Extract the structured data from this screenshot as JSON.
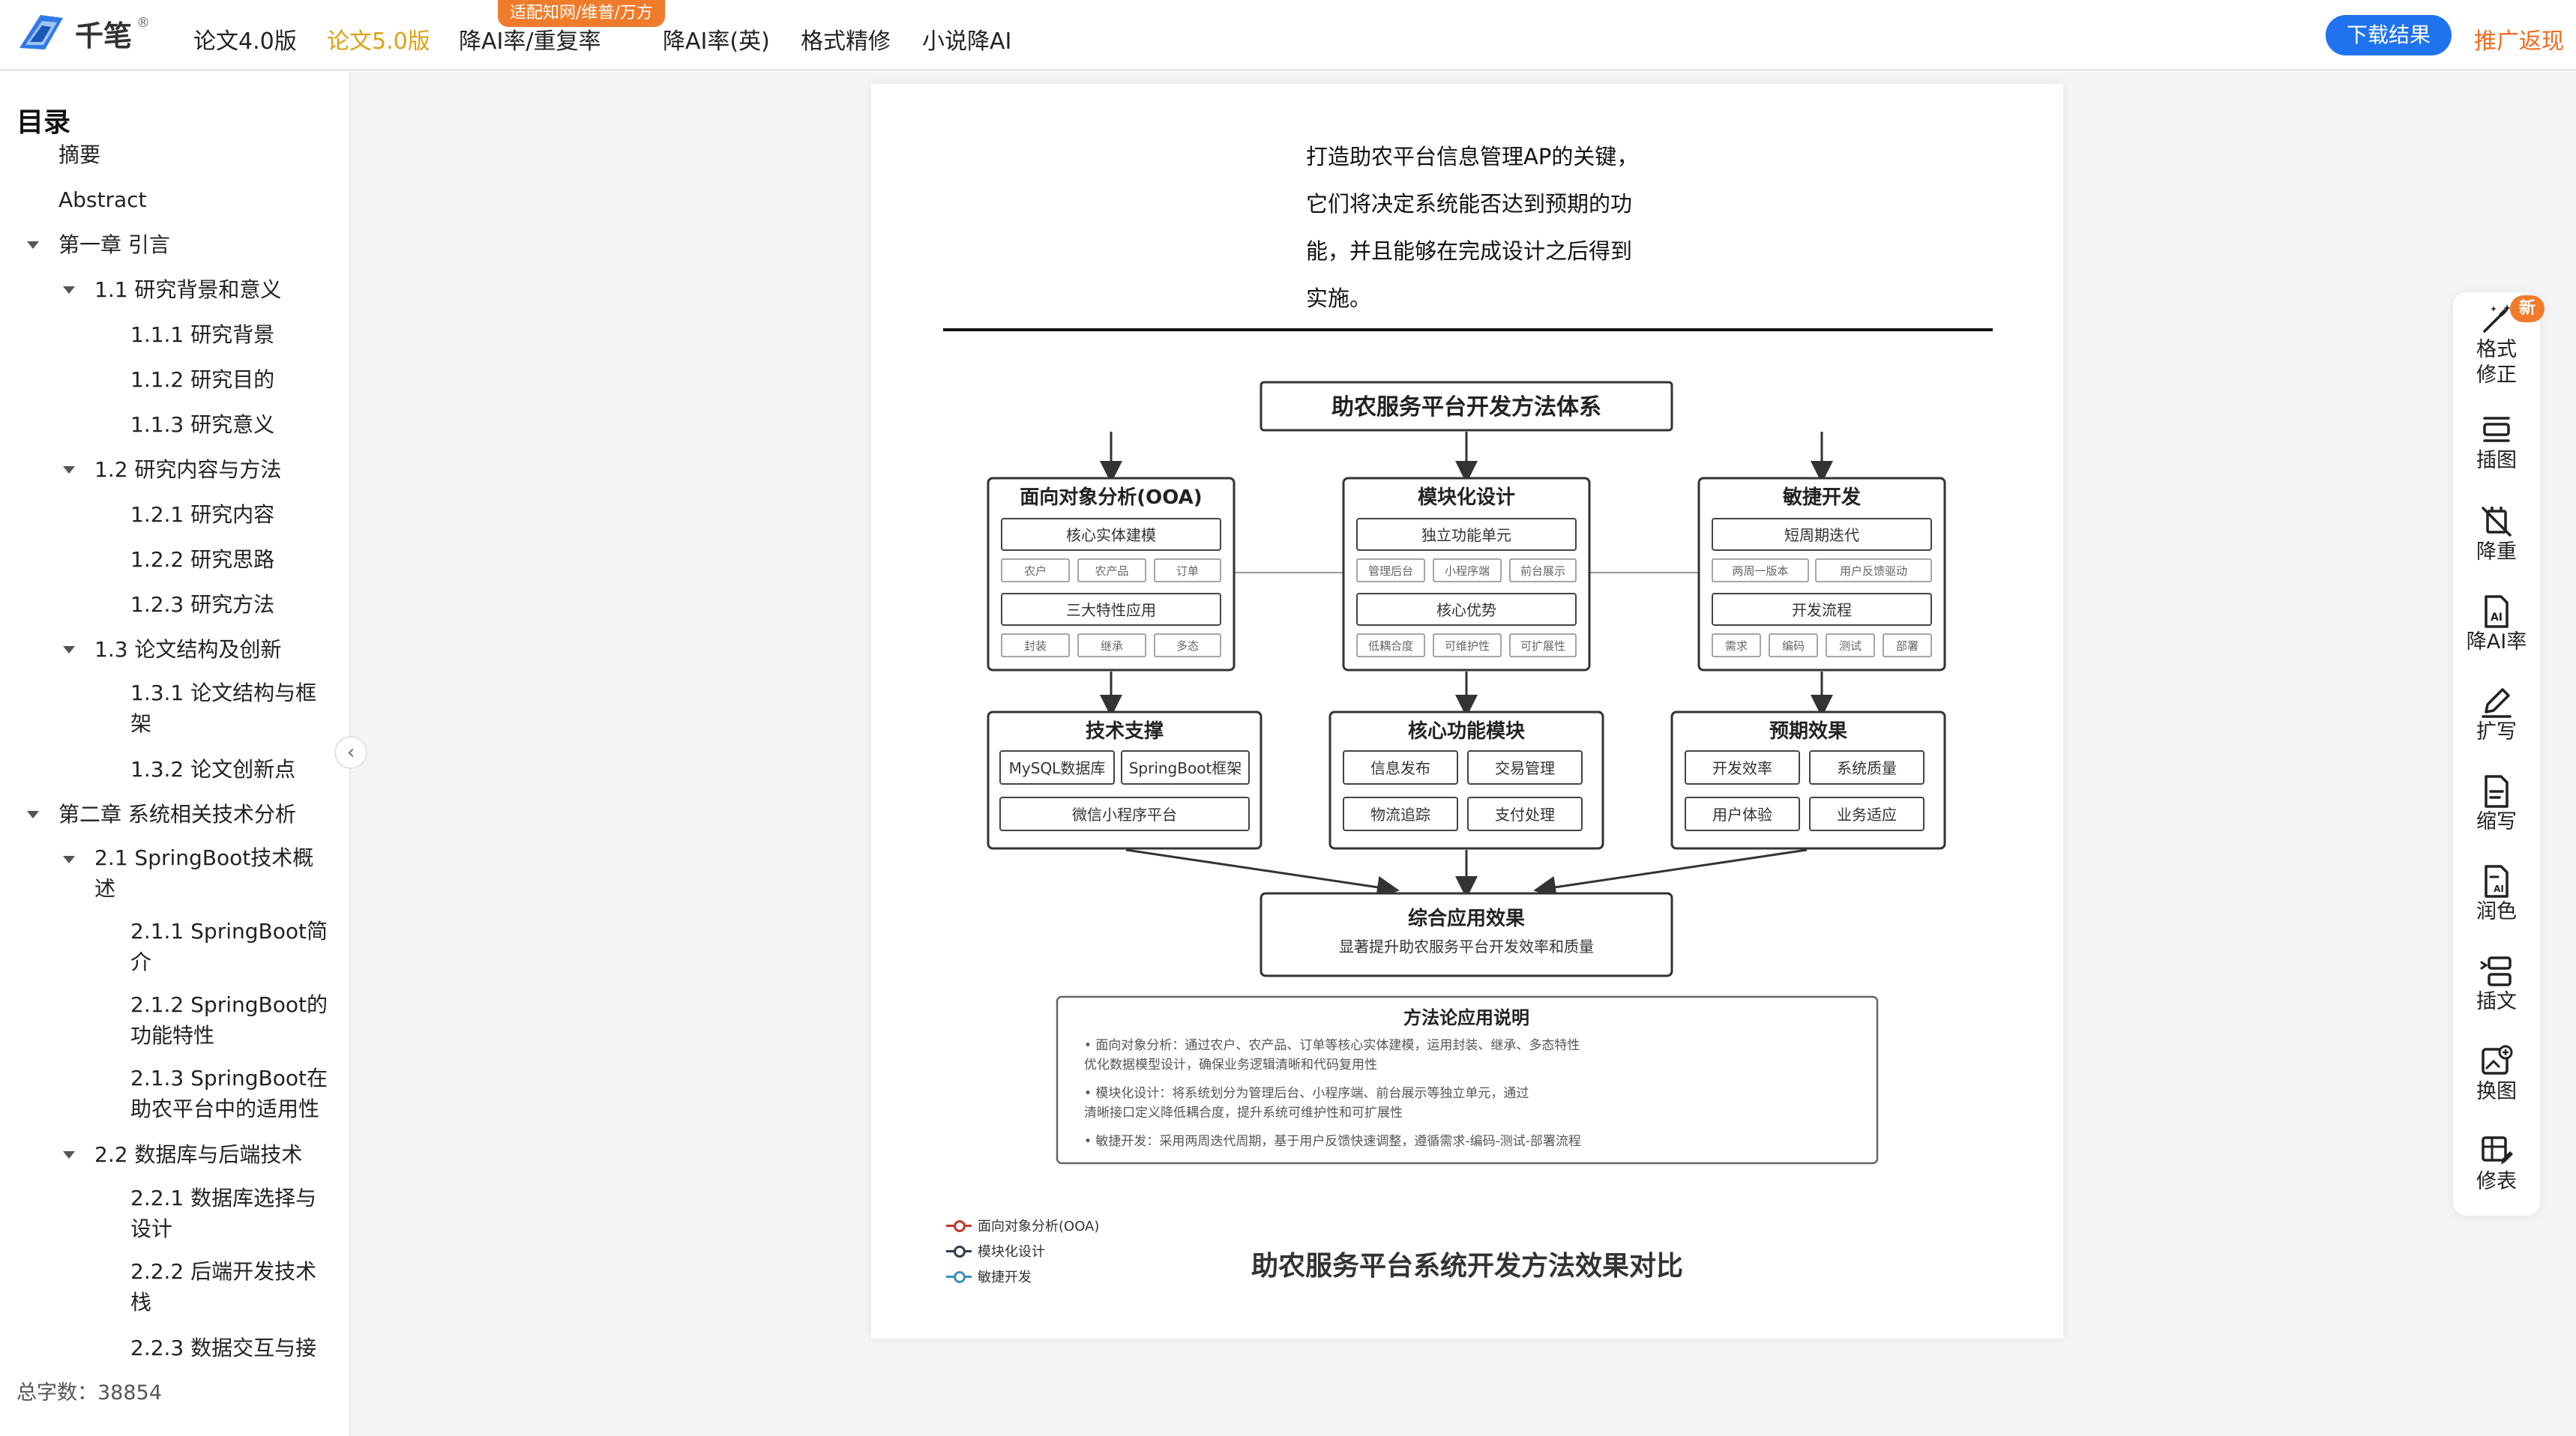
{
  "header": {
    "logo_text": "千笔",
    "logo_reg": "®",
    "nav": [
      {
        "label": "论文4.0版",
        "active": false
      },
      {
        "label": "论文5.0版",
        "active": true
      },
      {
        "label": "降AI率/重复率",
        "active": false
      },
      {
        "label": "降AI率(英)",
        "active": false
      },
      {
        "label": "格式精修",
        "active": false
      },
      {
        "label": "小说降AI",
        "active": false
      }
    ],
    "nav_badge": "适配知网/维普/万方",
    "download_label": "下载结果",
    "promo_label": "推广返现",
    "accent_color": "#1f73ee",
    "active_color": "#d9a316"
  },
  "sidebar": {
    "title": "目录",
    "items": [
      {
        "label": "摘要",
        "level": 1
      },
      {
        "label": "Abstract",
        "level": 1
      },
      {
        "label": "第一章 引言",
        "level": 0
      },
      {
        "label": "1.1 研究背景和意义",
        "level": 1
      },
      {
        "label": "1.1.1 研究背景",
        "level": 2
      },
      {
        "label": "1.1.2 研究目的",
        "level": 2
      },
      {
        "label": "1.1.3 研究意义",
        "level": 2
      },
      {
        "label": "1.2 研究内容与方法",
        "level": 1
      },
      {
        "label": "1.2.1 研究内容",
        "level": 2
      },
      {
        "label": "1.2.2 研究思路",
        "level": 2
      },
      {
        "label": "1.2.3 研究方法",
        "level": 2
      },
      {
        "label": "1.3 论文结构及创新",
        "level": 1
      },
      {
        "label": "1.3.1 论文结构与框",
        "label2": "架",
        "level": 2
      },
      {
        "label": "1.3.2 论文创新点",
        "level": 2
      },
      {
        "label": "第二章 系统相关技术分析",
        "level": 0
      },
      {
        "label": "2.1 SpringBoot技术概",
        "label2": "述",
        "level": 1
      },
      {
        "label": "2.1.1 SpringBoot简",
        "label2": "介",
        "level": 2
      },
      {
        "label": "2.1.2 SpringBoot的",
        "label2": "功能特性",
        "level": 2
      },
      {
        "label": "2.1.3 SpringBoot在",
        "label2": "助农平台中的适用性",
        "level": 2
      },
      {
        "label": "2.2 数据库与后端技术",
        "level": 1
      },
      {
        "label": "2.2.1 数据库选择与",
        "label2": "设计",
        "level": 2
      },
      {
        "label": "2.2.2 后端开发技术",
        "label2": "栈",
        "level": 2
      },
      {
        "label": "2.2.3 数据交互与接",
        "level": 2
      }
    ],
    "word_count": "总字数：38854",
    "collapse_icon": "chevron-left-icon"
  },
  "document": {
    "paragraph": [
      "打造助农平台信息管理AP的关键，",
      "它们将决定系统能否达到预期的功",
      "能，并且能够在完成设计之后得到",
      "实施。"
    ],
    "diagram": {
      "title": "助农服务平台开发方法体系",
      "top_boxes": [
        {
          "title": "面向对象分析(OOA)",
          "row1": "核心实体建模",
          "tags1": [
            "农户",
            "农产品",
            "订单"
          ],
          "row2": "三大特性应用",
          "tags2": [
            "封装",
            "继承",
            "多态"
          ]
        },
        {
          "title": "模块化设计",
          "row1": "独立功能单元",
          "tags1": [
            "管理后台",
            "小程序端",
            "前台展示"
          ],
          "row2": "核心优势",
          "tags2": [
            "低耦合度",
            "可维护性",
            "可扩展性"
          ]
        },
        {
          "title": "敏捷开发",
          "row1": "短周期迭代",
          "tags1": [
            "两周一版本",
            "用户反馈驱动"
          ],
          "row2": "开发流程",
          "tags2": [
            "需求",
            "编码",
            "测试",
            "部署"
          ]
        }
      ],
      "mid_boxes": [
        {
          "title": "技术支撑",
          "items": [
            "MySQL数据库",
            "SpringBoot框架",
            "微信小程序平台"
          ]
        },
        {
          "title": "核心功能模块",
          "items": [
            "信息发布",
            "交易管理",
            "物流追踪",
            "支付处理"
          ]
        },
        {
          "title": "预期效果",
          "items": [
            "开发效率",
            "系统质量",
            "用户体验",
            "业务适应"
          ]
        }
      ],
      "result": {
        "title": "综合应用效果",
        "subtitle": "显著提升助农服务平台开发效率和质量"
      },
      "notes": {
        "title": "方法论应用说明",
        "lines": [
          "• 面向对象分析：通过农户、农产品、订单等核心实体建模，运用封装、继承、多态特性",
          "优化数据模型设计，确保业务逻辑清晰和代码复用性",
          "• 模块化设计：将系统划分为管理后台、小程序端、前台展示等独立单元，通过",
          "清晰接口定义降低耦合度，提升系统可维护性和可扩展性",
          "• 敏捷开发：采用两周迭代周期，基于用户反馈快速调整，遵循需求-编码-测试-部署流程"
        ]
      }
    },
    "legend": [
      {
        "label": "面向对象分析(OOA)",
        "color": "#c0392b"
      },
      {
        "label": "模块化设计",
        "color": "#2c3e50"
      },
      {
        "label": "敏捷开发",
        "color": "#3a8fb7"
      }
    ],
    "chart_title": "助农服务平台系统开发方法效果对比"
  },
  "tools": [
    {
      "label": "格式",
      "label2": "修正",
      "icon": "magic-wand-icon",
      "badge": "新"
    },
    {
      "label": "插图",
      "icon": "insert-image-icon"
    },
    {
      "label": "降重",
      "icon": "reduce-duplicate-icon"
    },
    {
      "label": "降AI率",
      "icon": "ai-document-icon"
    },
    {
      "label": "扩写",
      "icon": "pen-expand-icon"
    },
    {
      "label": "缩写",
      "icon": "document-shorten-icon"
    },
    {
      "label": "润色",
      "icon": "ai-polish-icon"
    },
    {
      "label": "插文",
      "icon": "insert-text-icon"
    },
    {
      "label": "换图",
      "icon": "replace-image-icon"
    },
    {
      "label": "修表",
      "icon": "table-edit-icon"
    }
  ]
}
